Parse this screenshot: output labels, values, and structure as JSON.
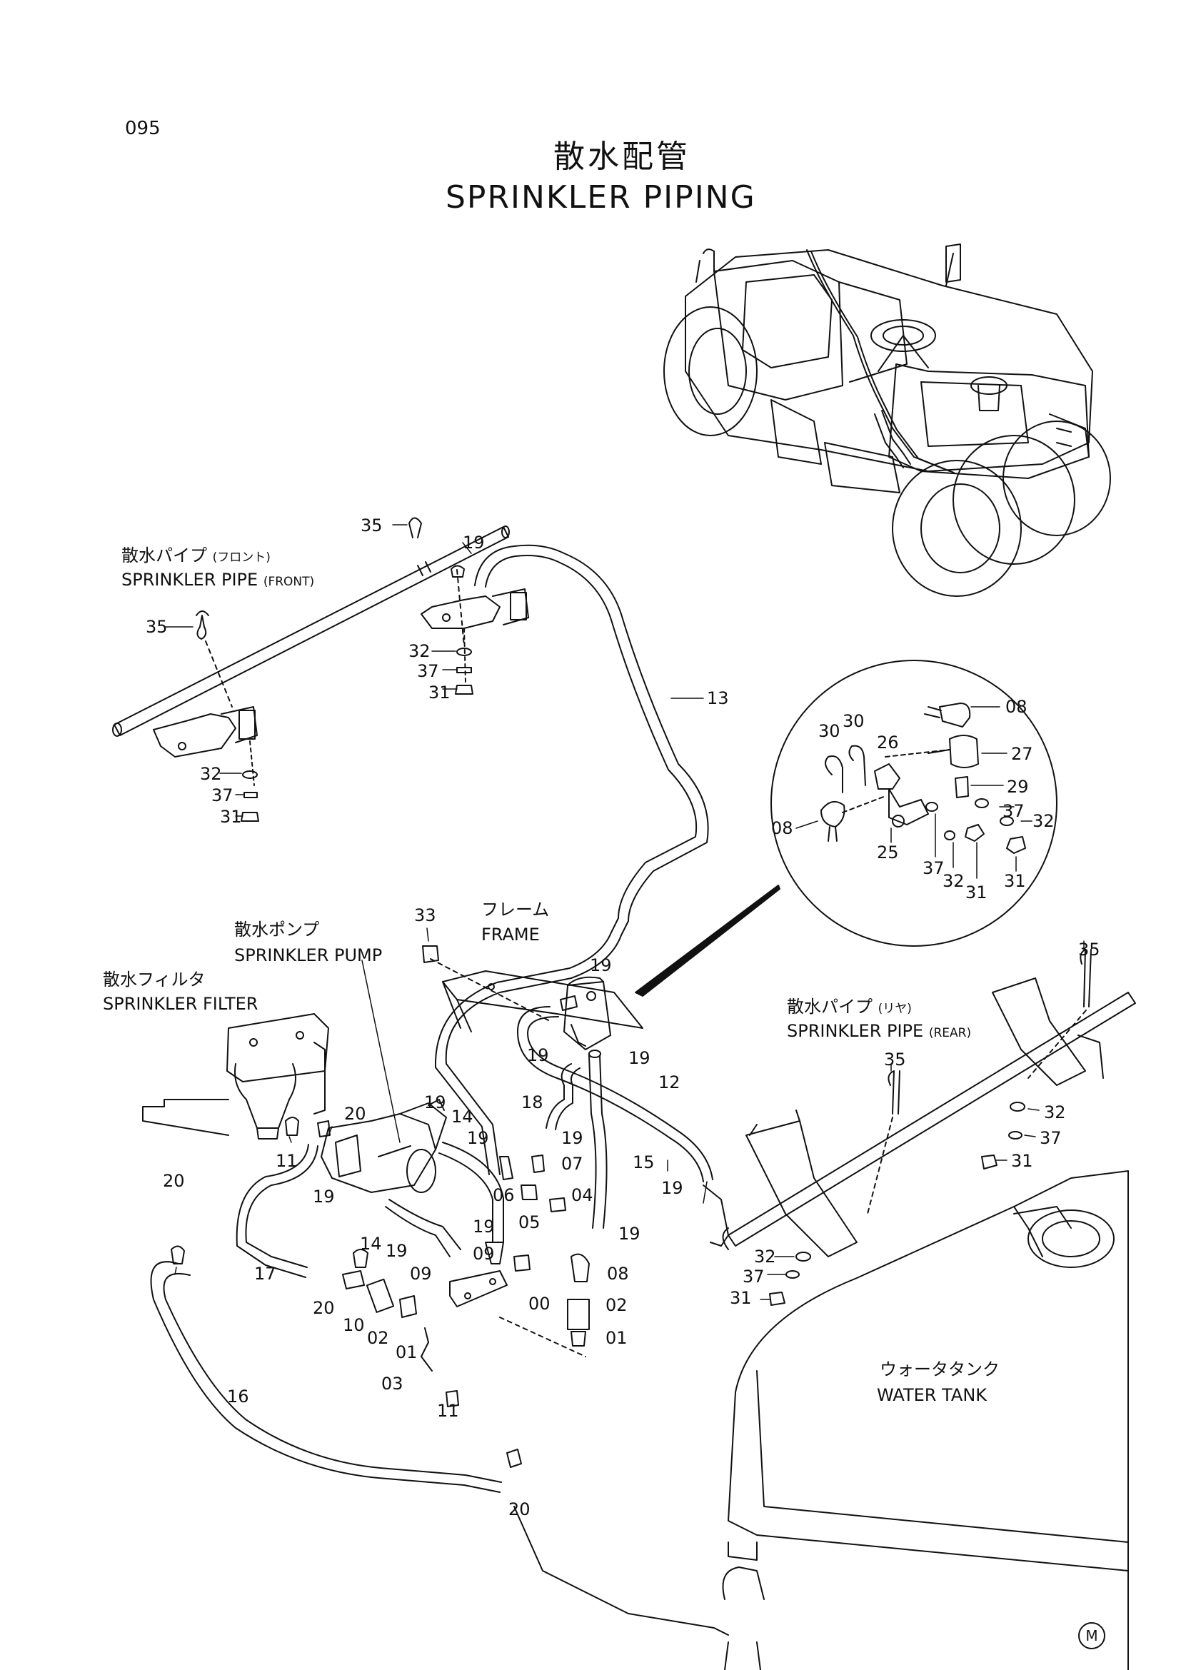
{
  "page_number": "095",
  "title_ja": "散水配管",
  "title_en": "SPRINKLER PIPING",
  "colors": {
    "ink": "#111111",
    "paper": "#ffffff"
  },
  "labels": {
    "front_pipe_ja": "散水パイプ",
    "front_pipe_ja_sub": "(フロント)",
    "front_pipe_en": "SPRINKLER PIPE",
    "front_pipe_en_sub": "(FRONT)",
    "frame_ja": "フレーム",
    "frame_en": "FRAME",
    "pump_ja": "散水ポンプ",
    "pump_en": "SPRINKLER PUMP",
    "filter_ja": "散水フィルタ",
    "filter_en": "SPRINKLER FILTER",
    "rear_pipe_ja": "散水パイプ",
    "rear_pipe_ja_sub": "(リヤ)",
    "rear_pipe_en": "SPRINKLER PIPE",
    "rear_pipe_en_sub": "(REAR)",
    "tank_ja": "ウォータタンク",
    "tank_en": "WATER TANK",
    "marker": "M"
  },
  "callouts": {
    "c35_front_top": "35",
    "c19_front_top": "19",
    "c35_front_left": "35",
    "c32_a": "32",
    "c37_a": "37",
    "c31_a": "31",
    "c32_b": "32",
    "c37_b": "37",
    "c31_b": "31",
    "c13": "13",
    "d08_top": "08",
    "d30_a": "30",
    "d30_b": "30",
    "d26": "26",
    "d27": "27",
    "d29": "29",
    "d37_r": "37",
    "d32_r": "32",
    "d08_left": "08",
    "d25": "25",
    "d37_b": "37",
    "d32_b": "32",
    "d31_b": "31",
    "d31_r": "31",
    "c33": "33",
    "c19_v1": "19",
    "c19_v2": "19",
    "c19_v3": "19",
    "c12": "12",
    "c35_rear_top": "35",
    "c32_rear_r": "32",
    "c37_rear_r": "37",
    "c31_rear_r": "31",
    "c35_rear_mid": "35",
    "c20_pump": "20",
    "c11_filter": "11",
    "c20_left": "20",
    "c19_p1": "19",
    "c14_a": "14",
    "c19_p2": "19",
    "c18": "18",
    "c19_p3": "19",
    "c07": "07",
    "c15": "15",
    "c06": "06",
    "c04": "04",
    "c19_p4": "19",
    "c19_p5": "19",
    "c05": "05",
    "c19_p6": "19",
    "c14_b": "14",
    "c19_p7": "19",
    "c09_a": "09",
    "c09_b": "09",
    "c08_low": "08",
    "c00": "00",
    "c02_r": "02",
    "c01_r": "01",
    "c17": "17",
    "c20_mid": "20",
    "c10": "10",
    "c02_l": "02",
    "c01_l": "01",
    "c03": "03",
    "c11_low": "11",
    "c16": "16",
    "c20_bottom": "20",
    "c32_rear_b": "32",
    "c37_rear_b": "37",
    "c31_rear_b": "31"
  }
}
